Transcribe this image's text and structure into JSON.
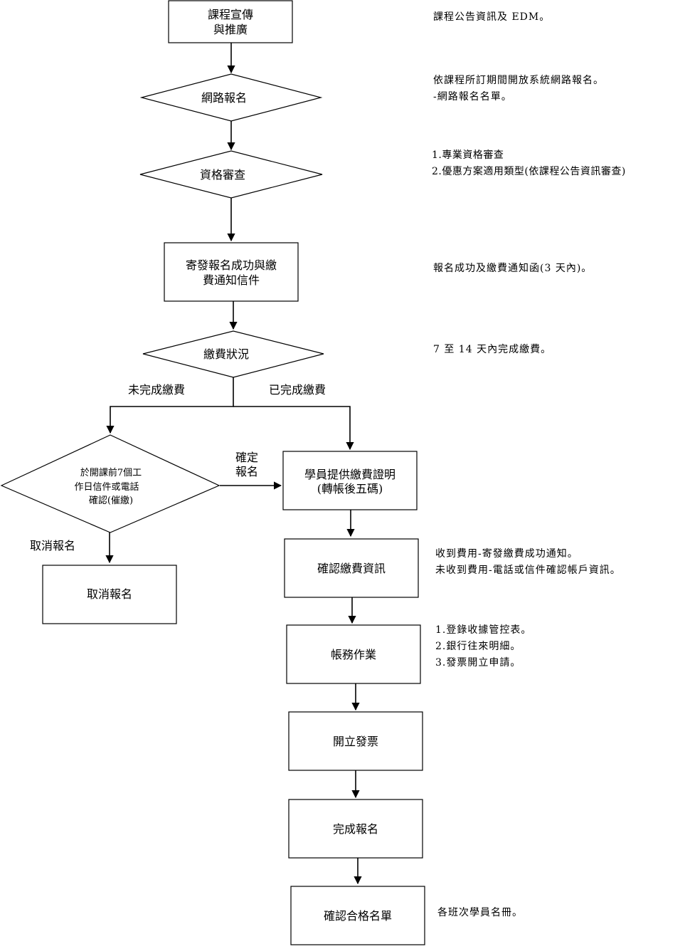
{
  "nodes": {
    "promo": {
      "lines": [
        "課程宣傳",
        "與推廣"
      ]
    },
    "online_reg": {
      "lines": [
        "網路報名"
      ]
    },
    "qualify": {
      "lines": [
        "資格審查"
      ]
    },
    "send_notice": {
      "lines": [
        "寄發報名成功與繳",
        "費通知信件"
      ]
    },
    "pay_status": {
      "lines": [
        "繳費狀況"
      ]
    },
    "remind": {
      "lines": [
        "於開課前7個工",
        "作日信件或電話",
        "確認(催繳)"
      ]
    },
    "cancel": {
      "lines": [
        "取消報名"
      ]
    },
    "proof": {
      "lines": [
        "學員提供繳費證明",
        "(轉帳後五碼)"
      ]
    },
    "confirm_pay": {
      "lines": [
        "確認繳費資訊"
      ]
    },
    "accounting": {
      "lines": [
        "帳務作業"
      ]
    },
    "invoice": {
      "lines": [
        "開立發票"
      ]
    },
    "complete": {
      "lines": [
        "完成報名"
      ]
    },
    "qualified_list": {
      "lines": [
        "確認合格名單"
      ]
    }
  },
  "edge_labels": {
    "unpaid": "未完成繳費",
    "paid": "已完成繳費",
    "confirm_reg": [
      "確定",
      "報名"
    ],
    "cancel_reg": "取消報名"
  },
  "notes": {
    "promo": [
      "課程公告資訊及 EDM。"
    ],
    "online_reg": [
      "依課程所訂期間開放系統網路報名。",
      "-網路報名名單。"
    ],
    "qualify": [
      "1.專業資格審查",
      "2.優惠方案適用類型(依課程公告資訊審查)"
    ],
    "send_notice": [
      "報名成功及繳費通知函(3 天內)。"
    ],
    "pay_status": [
      "7 至 14 天內完成繳費。"
    ],
    "confirm_pay": [
      "收到費用-寄發繳費成功通知。",
      "未收到費用-電話或信件確認帳戶資訊。"
    ],
    "accounting": [
      "1.登錄收據管控表。",
      "2.銀行往來明細。",
      "3.發票開立申請。"
    ],
    "qualified_list": [
      "各班次學員名冊。"
    ]
  }
}
